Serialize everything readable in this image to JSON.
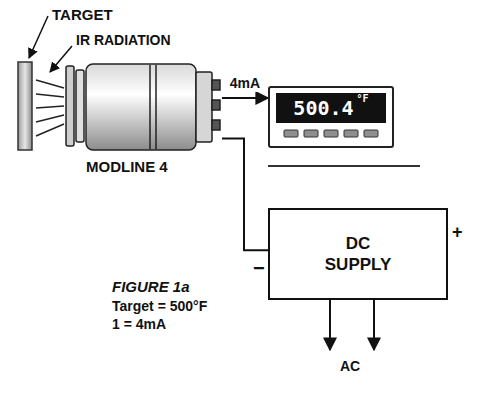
{
  "diagram": {
    "nodes": [
      {
        "text": [
          "MODLINE 4"
        ]
      },
      {
        "text": [
          "500.4",
          "°F"
        ]
      },
      {
        "text": [
          "DC SUPPLY"
        ]
      }
    ],
    "edges": [
      {
        "from": 0,
        "to": 1,
        "arrow": "to",
        "label": "4mA"
      },
      {
        "from": 0,
        "to": 2,
        "arrow": "none"
      }
    ],
    "labels": [
      "TARGET",
      "IR RADIATION",
      "−",
      "+",
      "AC",
      "FIGURE 1a",
      "Target = 500°F",
      "1 = 4mA"
    ]
  }
}
